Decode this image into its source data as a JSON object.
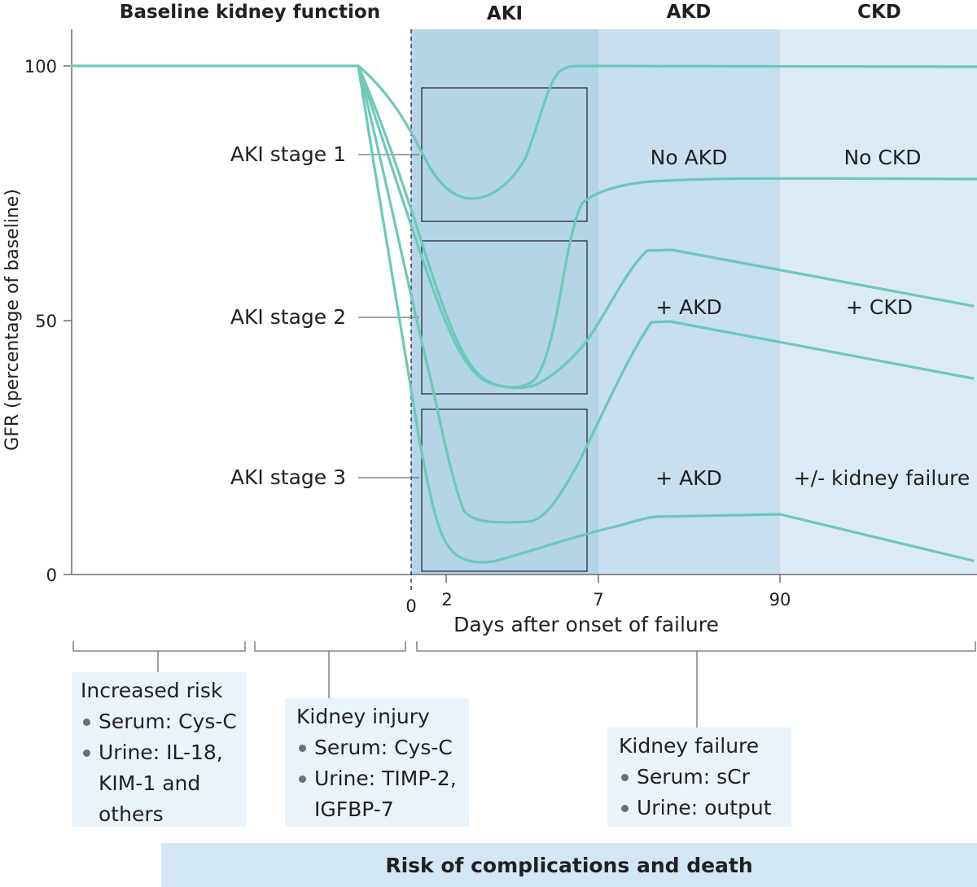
{
  "headers": {
    "baseline": "Baseline kidney function",
    "aki": "AKI",
    "akd": "AKD",
    "ckd": "CKD"
  },
  "y_axis": {
    "label": "GFR (percentage of baseline)",
    "ticks": [
      "100",
      "50",
      "0"
    ]
  },
  "x_axis": {
    "label": "Days after onset of failure",
    "ticks": [
      "0",
      "2",
      "7",
      "90"
    ]
  },
  "stage_labels": {
    "stage1": "AKI stage 1",
    "stage2": "AKI stage 2",
    "stage3": "AKI stage 3"
  },
  "outcome_labels": {
    "no_akd": "No AKD",
    "no_ckd": "No CKD",
    "akd_mid": "+ AKD",
    "ckd_mid": "+ CKD",
    "akd_low": "+ AKD",
    "kidney_failure": "+/- kidney failure"
  },
  "cards": {
    "increased_risk": {
      "title": "Increased risk",
      "items": [
        "Serum: Cys-C",
        "Urine: IL-18,",
        "KIM-1 and",
        "others"
      ]
    },
    "kidney_injury": {
      "title": "Kidney injury",
      "items": [
        "Serum: Cys-C",
        "Urine: TIMP-2,",
        "IGFBP-7"
      ]
    },
    "kidney_failure": {
      "title": "Kidney failure",
      "items": [
        "Serum: sCr",
        "Urine: output"
      ]
    }
  },
  "banner": "Risk of complications and death",
  "colors": {
    "curve": "#6cc9b8",
    "aki_zone": "#b4d4e8",
    "akd_zone": "#c7dfee",
    "ckd_zone": "#dbeaf4",
    "card_bg": "#eaf3fa",
    "banner_bg": "#d2e6f3"
  }
}
